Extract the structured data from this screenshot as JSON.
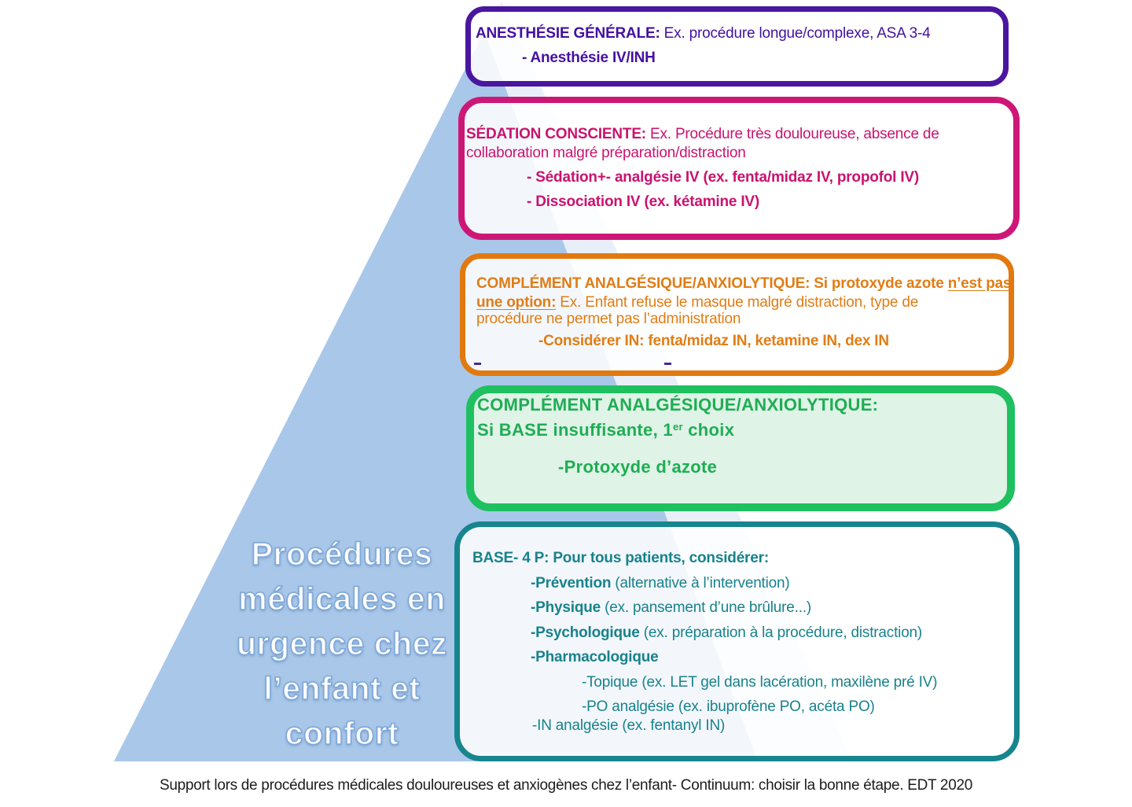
{
  "triangle": {
    "lines": [
      "Procédures",
      "médicales en",
      "urgence chez",
      "l’enfant et",
      "confort"
    ]
  },
  "boxes": {
    "anesthesia": {
      "title": "ANESTHÉSIE GÉNÉRALE:",
      "desc": " Ex. procédure longue/complexe, ASA 3-4",
      "bullet": "- Anesthésie IV/INH"
    },
    "sedation": {
      "title": "SÉDATION CONSCIENTE:",
      "desc_line1": " Ex. Procédure très douloureuse, absence de",
      "desc_line2": "collaboration malgré préparation/distraction",
      "bullet1": "- Sédation+- analgésie IV (ex. fenta/midaz IV, propofol IV)",
      "bullet2": "- Dissociation IV (ex. kétamine IV)"
    },
    "complement_in": {
      "title": "COMPLÉMENT ANALGÉSIQUE/ANXIOLYTIQUE: Si protoxyde azote ",
      "underline_part1": "n’est pas",
      "underline_part2": "une option:",
      "desc_line2": " Ex. Enfant refuse le masque malgré distraction, type de",
      "desc_line3": "procédure ne permet pas l’administration",
      "bullet": "-Considérer IN: fenta/midaz IN, ketamine IN, dex IN"
    },
    "complement_n2o": {
      "title_line1": "COMPLÉMENT ANALGÉSIQUE/ANXIOLYTIQUE:",
      "title_line2_pre": "Si BASE insuffisante, 1",
      "title_line2_sup": "er",
      "title_line2_post": " choix",
      "bullet": "-Protoxyde d’azote"
    },
    "base": {
      "title": "BASE- 4 P: Pour tous patients, considérer:",
      "items": [
        {
          "bold": "-Prévention",
          "rest": " (alternative à l’intervention)"
        },
        {
          "bold": "-Physique",
          "rest": " (ex. pansement d’une brûlure...)"
        },
        {
          "bold": "-Psychologique",
          "rest": " (ex. préparation à la procédure, distraction)"
        },
        {
          "bold": "-Pharmacologique",
          "rest": ""
        }
      ],
      "sub_items": [
        "-Topique (ex. LET gel dans lacération, maxilène pré IV)",
        "-PO analgésie (ex. ibuprofène PO, acéta PO)"
      ],
      "last_item": "-IN analgésie (ex. fentanyl IN)"
    }
  },
  "caption": "Support lors de procédures médicales douloureuses et anxiogènes chez l’enfant- Continuum: choisir la bonne étape.  EDT 2020",
  "colors": {
    "purple": "#4a16a0",
    "pink": "#cd1777",
    "orange": "#e07d15",
    "green_border": "#1ec05f",
    "green_fill": "#dff3e7",
    "green_text": "#1fad53",
    "teal": "#17858e",
    "triangle_blue": "#a9c7e8",
    "triangle_pale": "#e9eff8",
    "caption_text": "#1c1c1c"
  }
}
